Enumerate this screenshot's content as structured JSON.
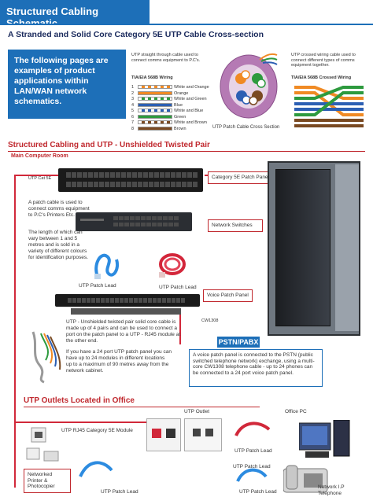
{
  "title": "Structured Cabling Schematic",
  "subtitle": "A Stranded and Solid Core Category 5E UTP Cable Cross-section",
  "intro_text": "The following pages are examples of product applications within LAN/WAN network schematics.",
  "straight_caption": "UTP straight through cable used to connect comms equipment to P.C's.",
  "straight_heading": "TIA/EIA 568B Wiring",
  "wire_colors": [
    "White and Orange",
    "Orange",
    "White and Green",
    "Blue",
    "White and Blue",
    "Green",
    "White and Brown",
    "Brown"
  ],
  "wire_numbers": [
    "1",
    "2",
    "3",
    "4",
    "5",
    "6",
    "7",
    "8"
  ],
  "crossed_caption": "UTP crossed wiring cable used to connect different types of comms equipment together.",
  "crossed_heading": "TIA/EIA 568B Crossed Wiring",
  "cross_section_label": "UTP Patch Cable Cross Section",
  "section1_title": "Structured Cabling and UTP - Unshielded Twisted Pair",
  "main_room_label": "Main Computer Room",
  "utp_cat_label": "UTP Cat 5E",
  "patch_panel_label": "Category 5E Patch Panel",
  "network_switches_label": "Network Switches",
  "patch_lead_info": "A patch cable is used to connect comms equipment to P.C's Printers Etc.",
  "patch_lead_lengths": "The length of which can vary between 1 and 5 metres and is sold in a variety of different colours for identification purposes.",
  "utp_patch_lead_1": "UTP Patch Lead",
  "utp_patch_lead_2": "UTP Patch Lead",
  "voice_patch_panel_label": "Voice Patch Panel",
  "cw1308_label": "CW1308",
  "utp_info": "UTP - Unshielded twisted pair solid core cable is made up of 4 pairs and can be used to connect a port on the patch panel to a UTP - RJ45 module at the other end.",
  "utp_info_2": "If you have a 24 port UTP patch panel you can have up to 24 modules in different locations up to a maximum of 90 metres away from the network cabinet.",
  "pstn_label": "PSTN/PABX",
  "pstn_info": "A voice patch panel is connected to the PSTN (public switched telephone network) exchange, using a multi-core CW1308 telephone cable - up to 24 phones can be connected to a 24 port voice patch panel.",
  "section2_title": "UTP Outlets Located in Office",
  "utp_outlet_label": "UTP Outlet",
  "office_pc_label": "Office PC",
  "rj45_module_label": "UTP RJ45 Category 5E Module",
  "utp_patch_lead_3": "UTP Patch Lead",
  "utp_patch_lead_4": "UTP Patch Lead",
  "utp_patch_lead_5": "UTP Patch Lead",
  "utp_patch_lead_6": "UTP Patch Lead",
  "printer_label": "Networked Printer & Photocopier",
  "network_ip_label": "Network I.P Telephone",
  "colors": {
    "brand_blue": "#1d6fb8",
    "accent_red": "#c0282e",
    "wire_orange": "#f08a24",
    "wire_green": "#2d9a3e",
    "wire_blue": "#2c5fb3",
    "wire_brown": "#7a4a22"
  }
}
